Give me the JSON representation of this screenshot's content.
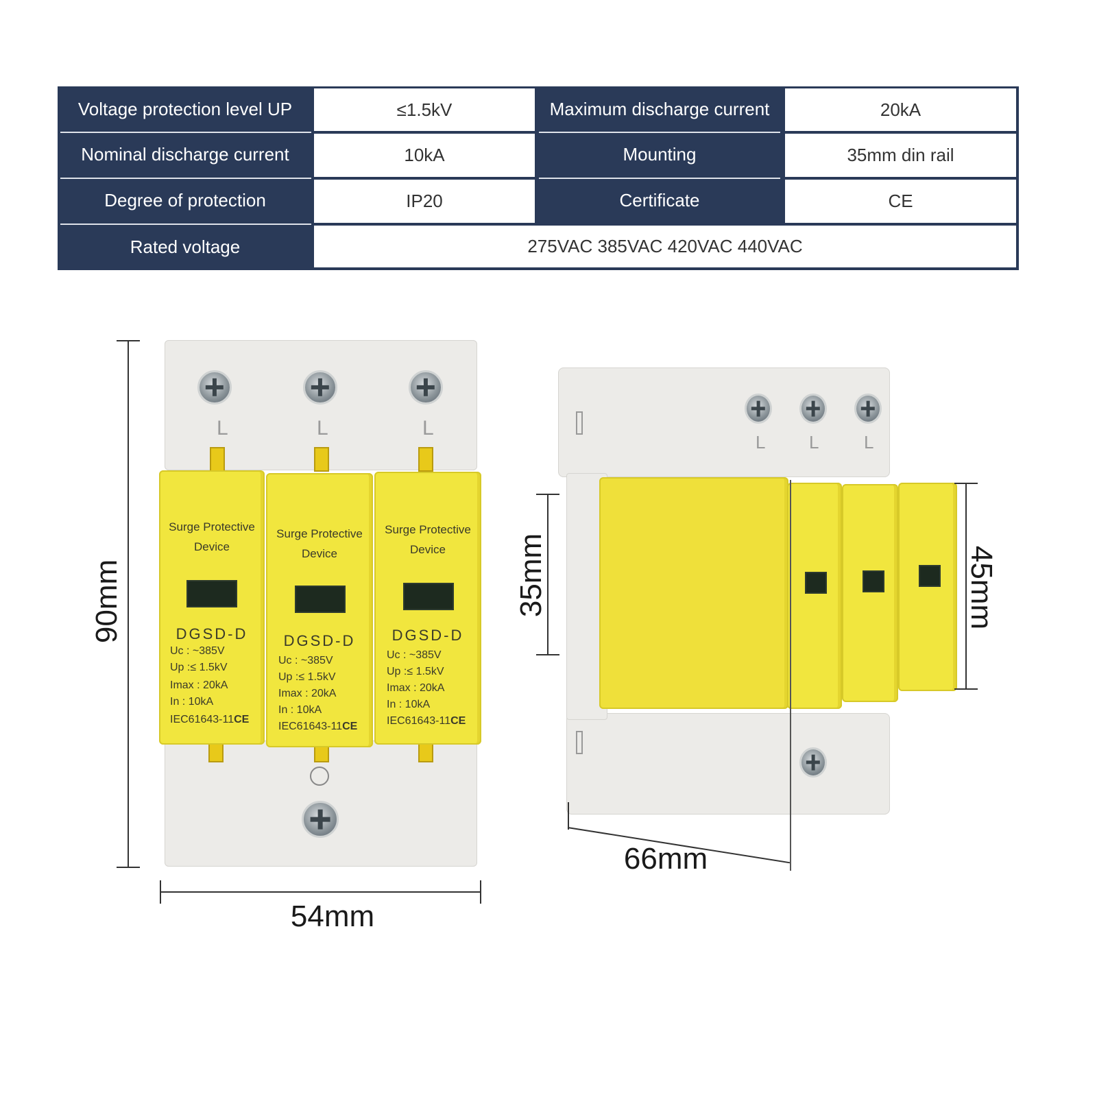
{
  "spec_table": {
    "row1": {
      "label_a": "Voltage protection level UP",
      "value_a": "≤1.5kV",
      "label_b": "Maximum discharge current",
      "value_b": "20kA"
    },
    "row2": {
      "label_a": "Nominal discharge current",
      "value_a": "10kA",
      "label_b": "Mounting",
      "value_b": "35mm din rail"
    },
    "row3": {
      "label_a": "Degree of protection",
      "value_a": "IP20",
      "label_b": "Certificate",
      "value_b": "CE"
    },
    "row4": {
      "label_a": "Rated voltage",
      "value_a": "275VAC  385VAC  420VAC  440VAC"
    }
  },
  "dimensions": {
    "front_height": "90mm",
    "front_width": "54mm",
    "side_rail": "35mm",
    "side_module": "45mm",
    "side_depth": "66mm"
  },
  "device": {
    "terminal_label": "L",
    "title_line1": "Surge Protective",
    "title_line2": "Device",
    "model": "DGSD-D",
    "spec_uc": "Uc  :   ~385V",
    "spec_up": "Up   :≤ 1.5kV",
    "spec_imax": "Imax :      20kA",
    "spec_in": "In     :      10kA",
    "standard": "IEC61643-11",
    "ce_mark": "CE"
  },
  "colors": {
    "table_header": "#2a3a58",
    "module_yellow": "#f1e63e",
    "housing_gray": "#ecebe8"
  }
}
